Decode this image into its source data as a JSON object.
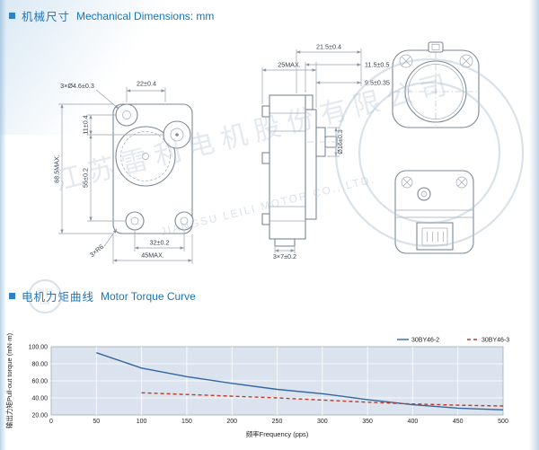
{
  "page": {
    "accent_blue": "#1b74b8",
    "drawing_line_color": "#7d8995"
  },
  "sections": {
    "mechanical": {
      "title_zh": "机械尺寸",
      "title_en": "Mechanical Dimensions: mm"
    },
    "torque": {
      "title_zh": "电机力矩曲线",
      "title_en": "Motor Torque Curve"
    }
  },
  "drawing": {
    "front_view": {
      "dim_holes": "3×Ø4.6±0.3",
      "dim_width_top": "22±0.4",
      "dim_offset": "11±0.4",
      "dim_height_inner": "55±0.2",
      "dim_height_max": "68.5MAX.",
      "dim_bottom_span": "32±0.2",
      "dim_width_max": "45MAX.",
      "dim_radius": "3×R6"
    },
    "side_view": {
      "dim_depth_max": "25MAX.",
      "dim_total": "21.5±0.4",
      "dim_step1": "11.5±0.5",
      "dim_step2": "9.5±0.35",
      "dim_shaft": "Ø16±0.3",
      "dim_slot": "3×7±0.2"
    }
  },
  "watermark": {
    "zh": "江苏雷利电机股份有限公司",
    "en": "JIANGSU LEILI MOTOR CO., LTD.",
    "logo_zh": "雷利",
    "logo_en": "Leili"
  },
  "chart_data": {
    "type": "line",
    "title": "",
    "xlabel": "频率Frequency (pps)",
    "ylabel": "输出力矩Pull-out torque (mN·m)",
    "xlim": [
      0,
      500
    ],
    "ylim": [
      20,
      100
    ],
    "x_ticks": [
      0,
      50,
      100,
      150,
      200,
      250,
      300,
      350,
      400,
      450,
      500
    ],
    "y_ticks": [
      20,
      40,
      60,
      80,
      100
    ],
    "grid": true,
    "legend_position": "top-right",
    "plot_bg": "#dbe4ee",
    "series": [
      {
        "name": "30BY46-2",
        "color": "#33669e",
        "style": "solid",
        "x": [
          50,
          100,
          150,
          200,
          250,
          300,
          350,
          400,
          450,
          500
        ],
        "y": [
          93,
          75,
          65,
          57,
          50,
          45,
          38,
          32,
          28,
          26
        ]
      },
      {
        "name": "30BY46-3",
        "color": "#c03a2b",
        "style": "dashed",
        "x": [
          100,
          150,
          200,
          250,
          300,
          350,
          400,
          450,
          500
        ],
        "y": [
          46,
          44,
          42,
          40,
          37.5,
          35,
          33,
          31.5,
          30.5
        ]
      }
    ]
  }
}
